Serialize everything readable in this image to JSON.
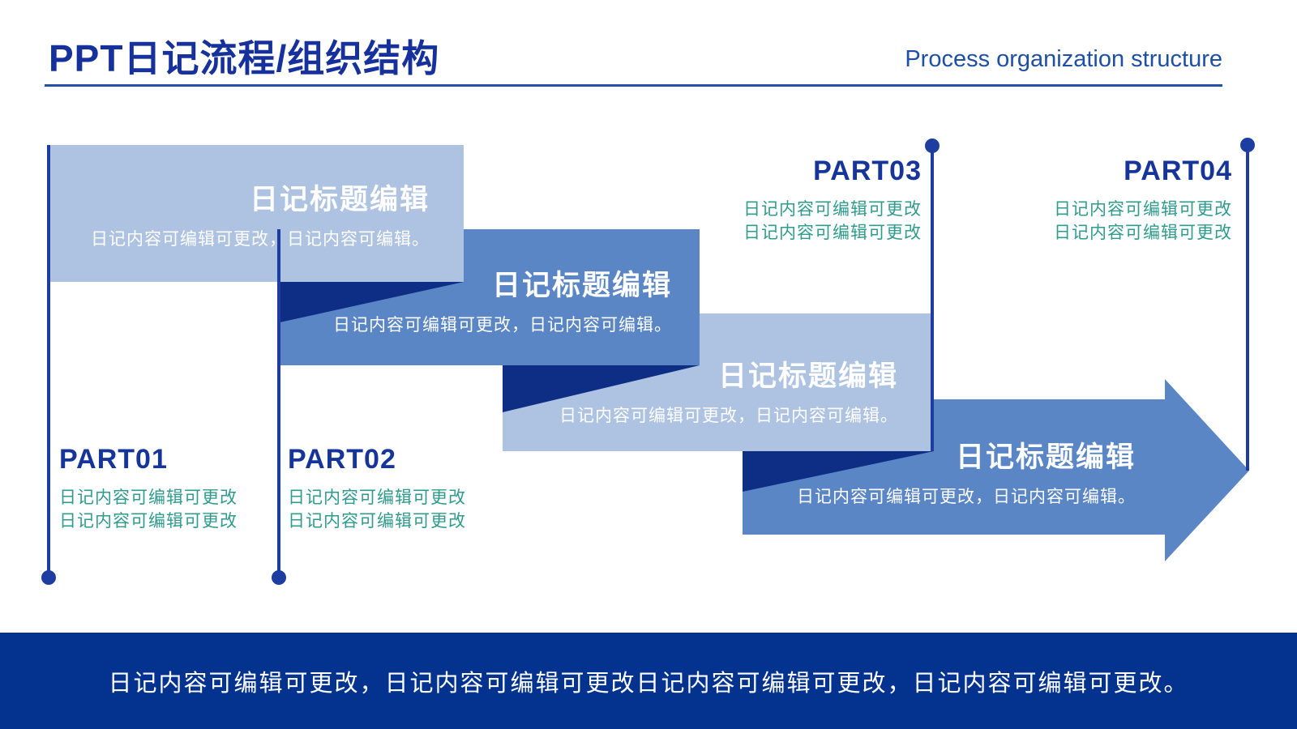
{
  "header": {
    "title_cn": "PPT日记流程/组织结构",
    "title_en": "Process organization structure"
  },
  "steps": [
    {
      "title": "日记标题编辑",
      "body": "日记内容可编辑可更改，日记内容可编辑。"
    },
    {
      "title": "日记标题编辑",
      "body": "日记内容可编辑可更改，日记内容可编辑。"
    },
    {
      "title": "日记标题编辑",
      "body": "日记内容可编辑可更改，日记内容可编辑。"
    },
    {
      "title": "日记标题编辑",
      "body": "日记内容可编辑可更改，日记内容可编辑。"
    }
  ],
  "parts": [
    {
      "label": "PART01",
      "lines": [
        "日记内容可编辑可更改",
        "日记内容可编辑可更改"
      ]
    },
    {
      "label": "PART02",
      "lines": [
        "日记内容可编辑可更改",
        "日记内容可编辑可更改"
      ]
    },
    {
      "label": "PART03",
      "lines": [
        "日记内容可编辑可更改",
        "日记内容可编辑可更改"
      ]
    },
    {
      "label": "PART04",
      "lines": [
        "日记内容可编辑可更改",
        "日记内容可编辑可更改"
      ]
    }
  ],
  "footer": {
    "text": "日记内容可编辑可更改，日记内容可编辑可更改日记内容可编辑可更改，日记内容可编辑可更改。"
  },
  "colors": {
    "title_blue": "#16309c",
    "subtitle_blue": "#1e4fa5",
    "underline_blue": "#2351a7",
    "light_card_blue": "#aec3e1",
    "medium_card_blue": "#5a86c6",
    "fold_navy": "#0d2e84",
    "timeline_blue": "#1d3da1",
    "part_label_blue": "#16359a",
    "part_text_teal": "#2e9b8d",
    "footer_bar_blue": "#04338f",
    "card_text_white": "#ffffff"
  }
}
